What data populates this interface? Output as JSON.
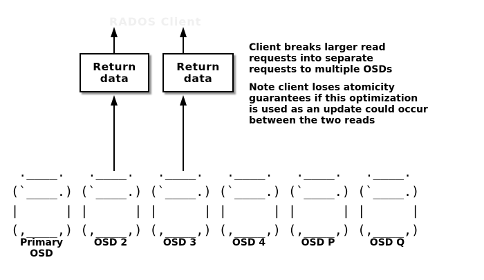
{
  "ghost_title": "RADOS Client",
  "boxes": [
    {
      "label": "Return\ndata"
    },
    {
      "label": "Return\ndata"
    }
  ],
  "notes": {
    "para1": "Client breaks larger read\nrequests into separate\nrequests to multiple OSDs",
    "para2": "Note client loses atomicity\nguarantees if this optimization\nis used as an update could occur\nbetween the two reads"
  },
  "disks": {
    "ascii": " .____.   .____.   .____.   .____.   .____.   .____. \n(`____.) (`____.) (`____.) (`____.) (`____.) (`____.)\n|      | |      | |      | |      | |      | |      |\n(,____,) (,____,) (,____,) (,____,) (,____,) (,____,)",
    "labels": [
      "Primary\nOSD",
      "OSD 2",
      "OSD 3",
      "OSD 4",
      "OSD P",
      "OSD Q"
    ]
  },
  "colors": {
    "ink": "#000000",
    "shadow": "#999999",
    "ghost_text": "#f0f0f0",
    "background": "#ffffff"
  }
}
